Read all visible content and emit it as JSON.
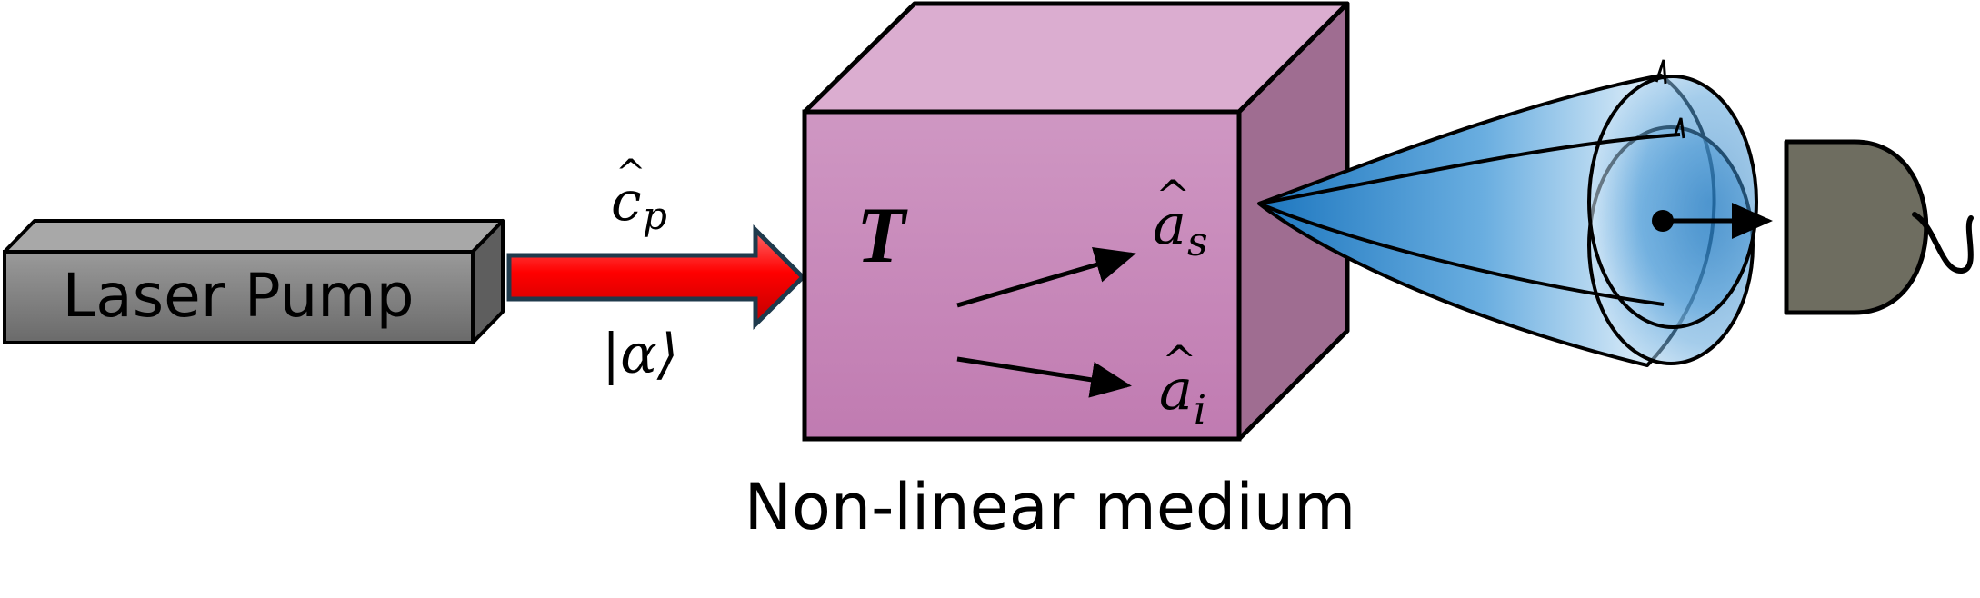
{
  "laser": {
    "label": "Laser Pump"
  },
  "pump_beam": {
    "operator_base": "c",
    "operator_hat": "^",
    "operator_sub": "p",
    "state": "|α⟩"
  },
  "medium": {
    "label": "Non-linear medium",
    "symbol": "T",
    "signal_base": "a",
    "signal_hat": "^",
    "signal_sub": "s",
    "idler_base": "a",
    "idler_hat": "^",
    "idler_sub": "i",
    "colors": {
      "front": "#c782b6",
      "top": "#ddb0d3",
      "side": "#9e6c8f"
    }
  },
  "beam_color": "#ff0000",
  "cone_color": "#2f86c9",
  "detector_color": "#6e6d60",
  "icons": {
    "laser": "laser-box-icon",
    "arrow": "pump-arrow-icon",
    "crystal": "crystal-cube-icon",
    "cone": "emission-cone-icon",
    "detector": "photodetector-icon"
  }
}
